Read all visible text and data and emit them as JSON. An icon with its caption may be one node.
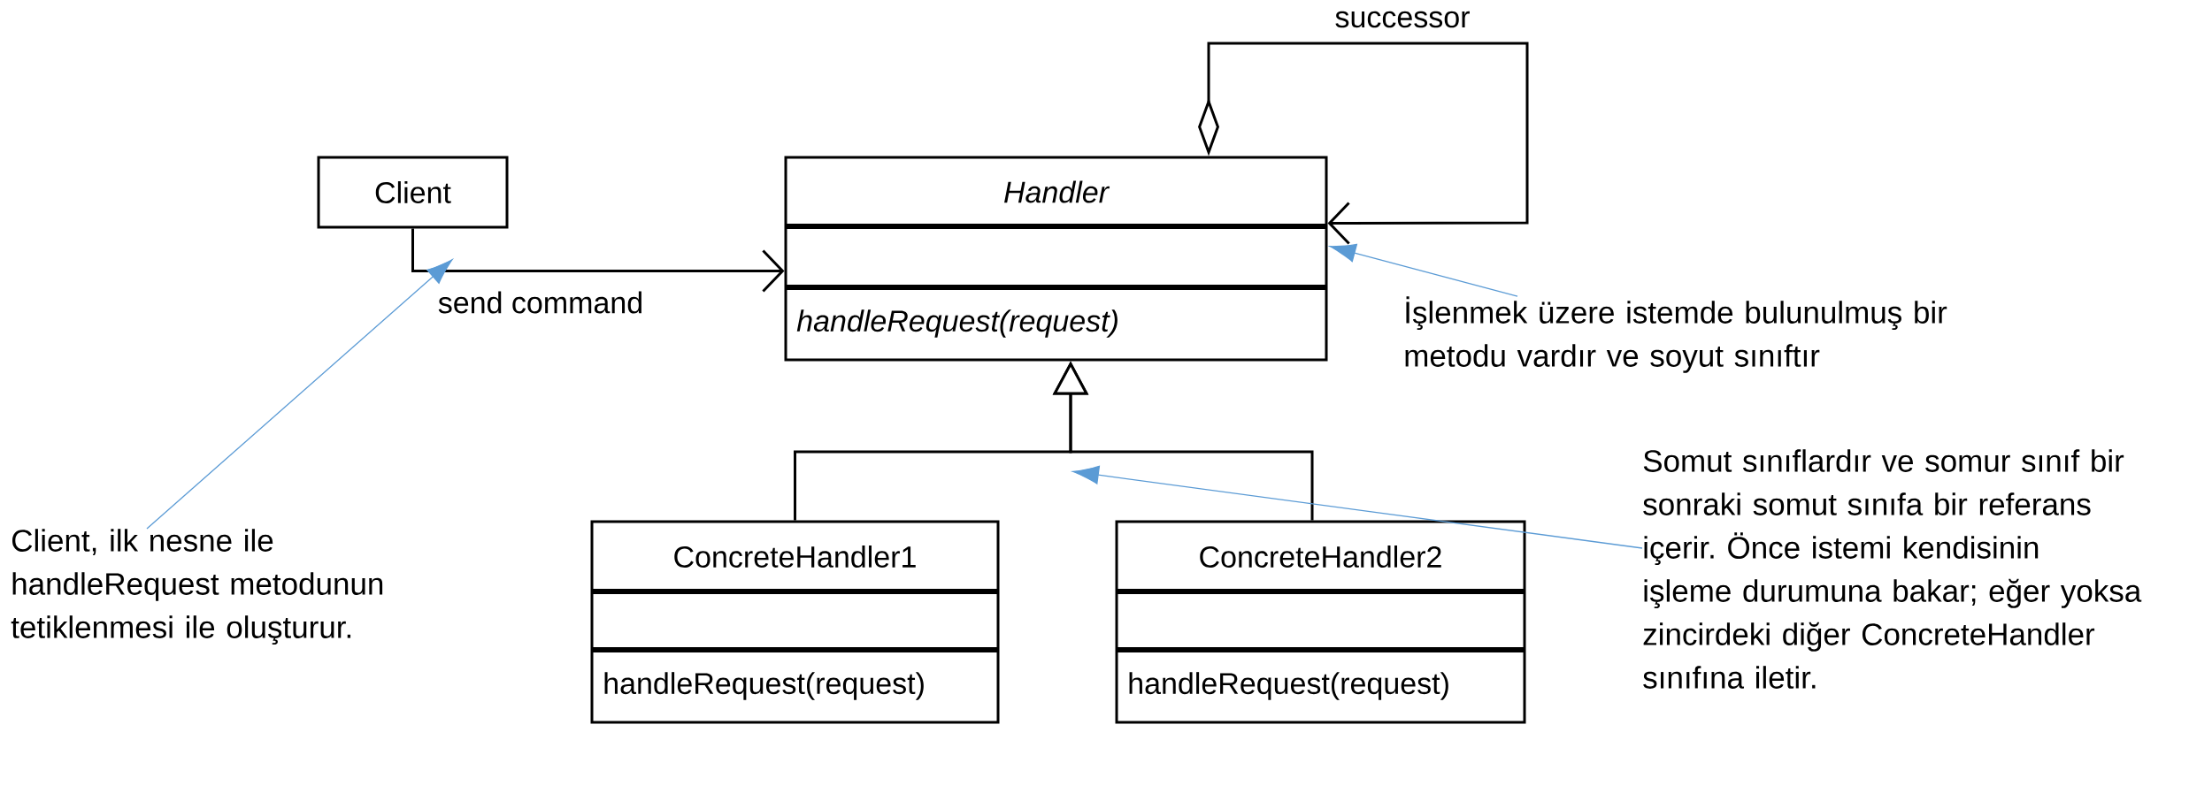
{
  "diagram": {
    "nodes": [
      {
        "text": [
          "Client"
        ]
      },
      {
        "text": [
          "Handler",
          "handleRequest(request)"
        ]
      },
      {
        "text": [
          "ConcreteHandler1",
          "handleRequest(request)"
        ]
      },
      {
        "text": [
          "ConcreteHandler2",
          "handleRequest(request)"
        ]
      },
      {
        "text": [
          "Client, ilk nesne ile handleRequest metodunun tetiklenmesi ile oluşturur."
        ]
      },
      {
        "text": [
          "İşlenmek üzere istemde bulunulmuş bir metodu vardır ve soyut sınıftır"
        ]
      },
      {
        "text": [
          "Somut sınıflardır ve somur sınıf bir sonraki somut sınıfa bir referans içerir. Önce istemi kendisinin işleme durumuna bakar; eğer yoksa zincirdeki diğer ConcreteHandler sınıfına iletir."
        ]
      }
    ],
    "edges": [
      {
        "from": 0,
        "to": 1,
        "arrow": "to",
        "label": "send command"
      },
      {
        "from": 1,
        "to": 1,
        "arrow": "to",
        "label": "successor"
      },
      {
        "from": 2,
        "to": 1,
        "arrow": "to"
      },
      {
        "from": 3,
        "to": 1,
        "arrow": "to"
      },
      {
        "from": 4,
        "to": null,
        "arrow": "to",
        "color": "#5b9bd5"
      },
      {
        "from": 5,
        "to": 1,
        "arrow": "to",
        "color": "#5b9bd5"
      },
      {
        "from": 6,
        "to": null,
        "arrow": "to",
        "color": "#5b9bd5"
      }
    ]
  }
}
